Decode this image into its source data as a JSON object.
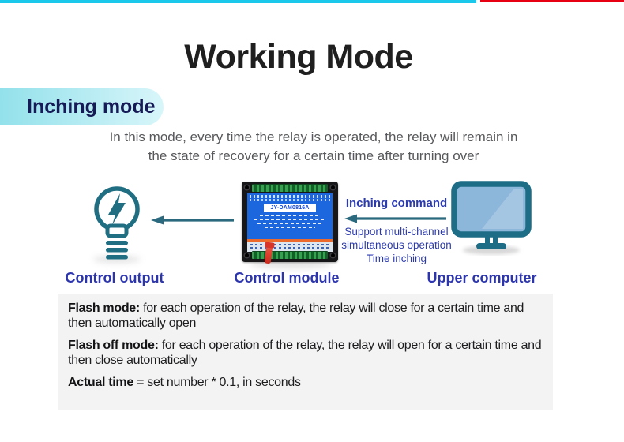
{
  "page": {
    "title": "Working Mode",
    "badge": "Inching mode",
    "description_line1": "In this mode, every time the relay is operated, the relay will remain in",
    "description_line2": "the state of recovery for a certain time after turning over"
  },
  "diagram": {
    "module_label": "JY-DAM0816A",
    "inching_command": "Inching command",
    "support_note_line1": "Support multi-channel",
    "support_note_line2": "simultaneous operation",
    "support_note_line3": "Time inching",
    "labels": {
      "control_output": "Control output",
      "control_module": "Control module",
      "upper_computer": "Upper computer"
    }
  },
  "notes": {
    "flash_mode_term": "Flash mode:",
    "flash_mode_text": " for each operation of the relay, the relay will close for a certain time and then automatically open",
    "flash_off_term": "Flash off mode:",
    "flash_off_text": " for each operation of the relay, the relay will open for a certain time and then close automatically",
    "actual_time_term": "Actual time",
    "actual_time_text": " = set number * 0.1, in seconds"
  },
  "colors": {
    "topbar_cyan": "#1ac8ec",
    "topbar_red": "#e60012",
    "teal_icon": "#1f6e82",
    "blue_label": "#2c35ac",
    "badge_text": "#161a56",
    "panel_background": "#f3f3f4",
    "module_panel_blue": "#1c67dd",
    "module_stripe_orange": "#ed6a2d"
  }
}
